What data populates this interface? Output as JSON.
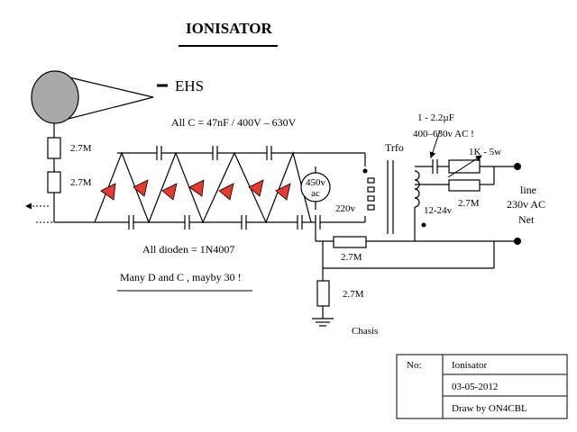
{
  "title": "IONISATOR",
  "emitter_label": "EHS",
  "capacitor_note": "All C = 47nF / 400V – 630V",
  "diode_note": "All dioden = 1N4007",
  "many_note": "Many D and C , mayby 30 !",
  "labels": {
    "r_top": "2.7M",
    "r_top2": "2.7M",
    "r_bottom": "2.7M",
    "r_ground": "2.7M",
    "r_secondary": "2.7M",
    "meter": "450v",
    "meter_ac": "ac",
    "primary_v": "220v",
    "trafo": "Trfo",
    "secondary_v": "12-24v",
    "cap_value": "1 - 2.2µF",
    "cap_rating": "400–630v  AC !",
    "pot": "1K - 5w",
    "line": "line",
    "mains": "230v AC",
    "net": "Net",
    "chassis": "Chasis"
  },
  "title_block": {
    "no_label": "No:",
    "name": "Ionisator",
    "date": "03-05-2012",
    "author": "Draw by ON4CBL"
  }
}
